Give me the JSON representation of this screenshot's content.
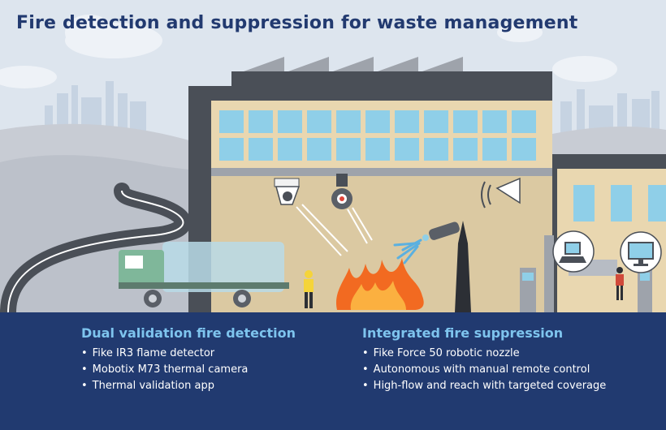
{
  "title": "Fire detection and suppression for waste management",
  "colors": {
    "panel_bg": "#213a70",
    "heading_accent": "#7ec4ee",
    "title_text": "#223a70",
    "fire": "#f26a21",
    "building_wall": "#e9d7b0",
    "window": "#8fcfe8"
  },
  "detection": {
    "heading": "Dual validation fire detection",
    "items": [
      "Fike IR3 flame detector",
      "Mobotix M73 thermal camera",
      "Thermal validation app"
    ]
  },
  "suppression": {
    "heading": "Integrated fire suppression",
    "items": [
      "Fike Force 50 robotic nozzle",
      "Autonomous with manual remote control",
      "High-flow and reach with targeted coverage"
    ]
  },
  "icons": [
    "flame-detector-icon",
    "thermal-camera-icon",
    "siren-icon",
    "robotic-nozzle-icon",
    "fire-icon",
    "worker-icon",
    "garbage-truck-icon",
    "desktop-monitor-icon",
    "laptop-icon"
  ]
}
